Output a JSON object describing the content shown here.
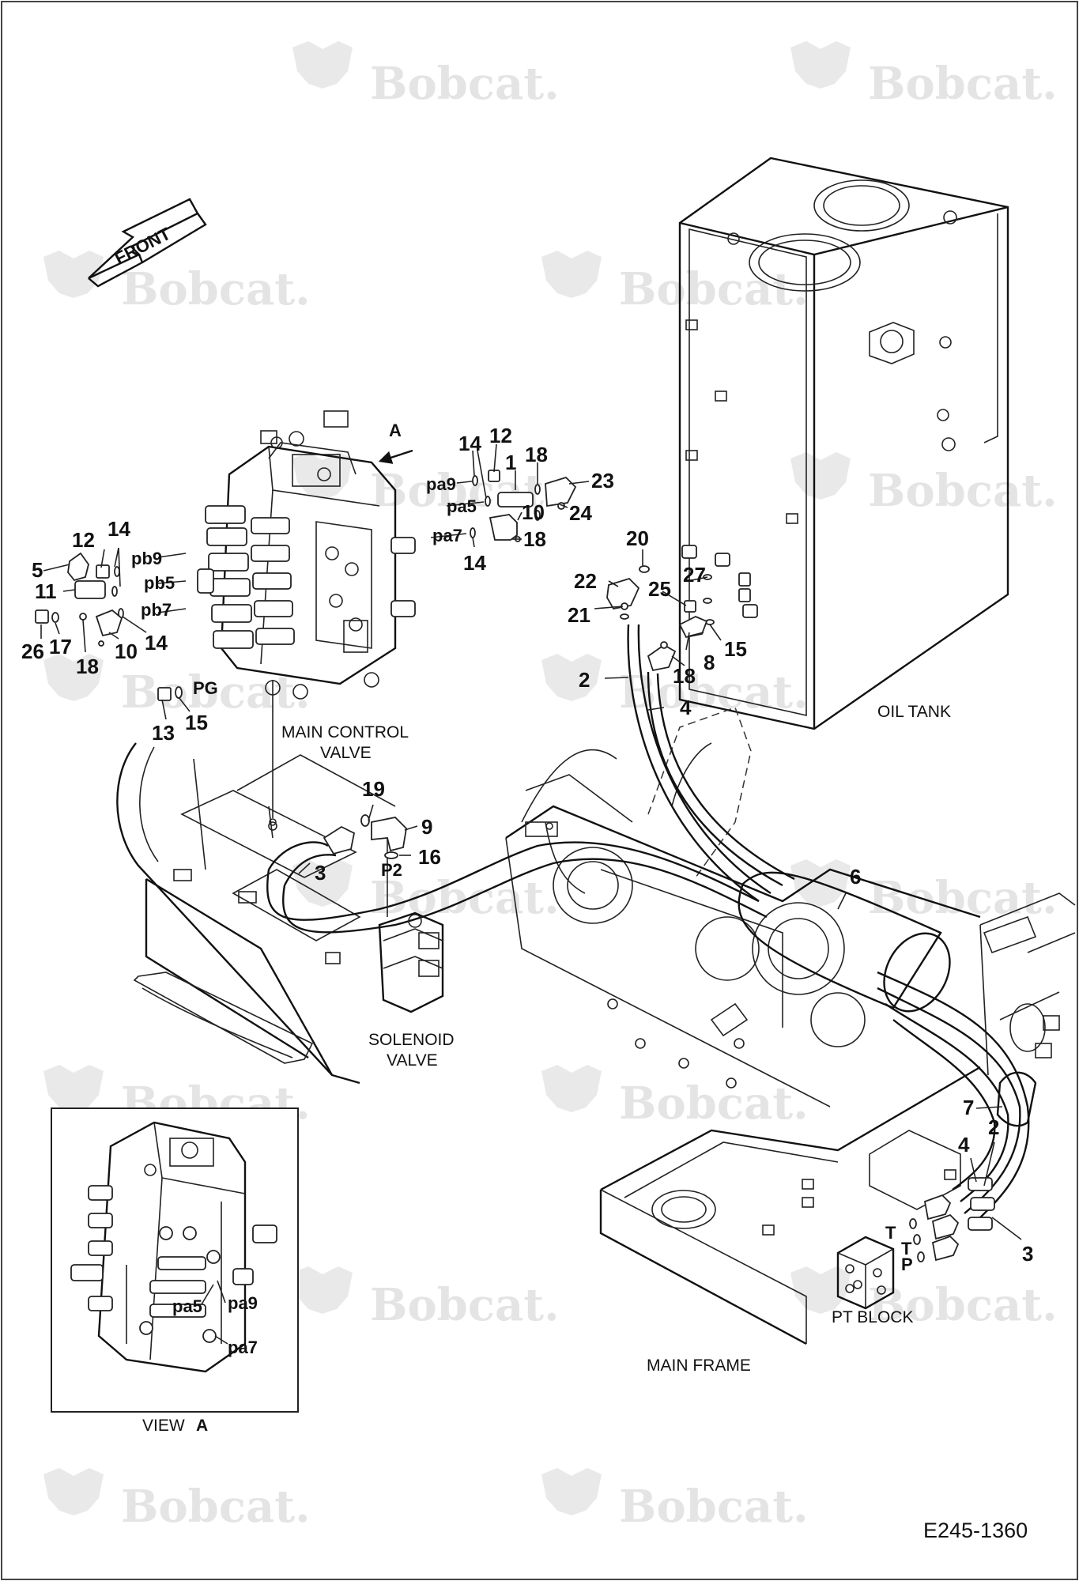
{
  "diagram": {
    "watermark": "Bobcat.",
    "front_label": "FRONT",
    "view_marker": "A",
    "captions": {
      "main_control_valve_line1": "MAIN CONTROL",
      "main_control_valve_line2": "VALVE",
      "oil_tank": "OIL TANK",
      "solenoid_valve_line1": "SOLENOID",
      "solenoid_valve_line2": "VALVE",
      "pt_block": "PT BLOCK",
      "main_frame": "MAIN FRAME",
      "view_a_prefix": "VIEW",
      "view_a_letter": "A"
    },
    "port_labels": {
      "pa9": "pa9",
      "pa5": "pa5",
      "pa7": "pa7",
      "pb9": "pb9",
      "pb5": "pb5",
      "pb7": "pb7",
      "pg": "PG",
      "p2": "P2",
      "pt_t1": "T",
      "pt_t2": "T",
      "pt_p": "P",
      "inset_pa5": "pa5",
      "inset_pa9": "pa9",
      "inset_pa7": "pa7"
    },
    "callouts": {
      "c14a": "14",
      "c12a": "12",
      "c1": "1",
      "c18a": "18",
      "c23": "23",
      "c10a": "10",
      "c24": "24",
      "c18b": "18",
      "c14b": "14",
      "c12b": "12",
      "c14c": "14",
      "c5": "5",
      "c11": "11",
      "c26": "26",
      "c17": "17",
      "c18c": "18",
      "c10b": "10",
      "c14d": "14",
      "c13": "13",
      "c15a": "15",
      "c20": "20",
      "c22": "22",
      "c27": "27",
      "c25": "25",
      "c21": "21",
      "c15b": "15",
      "c18d": "18",
      "c8": "8",
      "c2a": "2",
      "c4a": "4",
      "c19": "19",
      "c9": "9",
      "c16": "16",
      "c3a": "3",
      "c6": "6",
      "c7": "7",
      "c4b": "4",
      "c2b": "2",
      "c3b": "3"
    },
    "drawing_code": "E245-1360"
  }
}
